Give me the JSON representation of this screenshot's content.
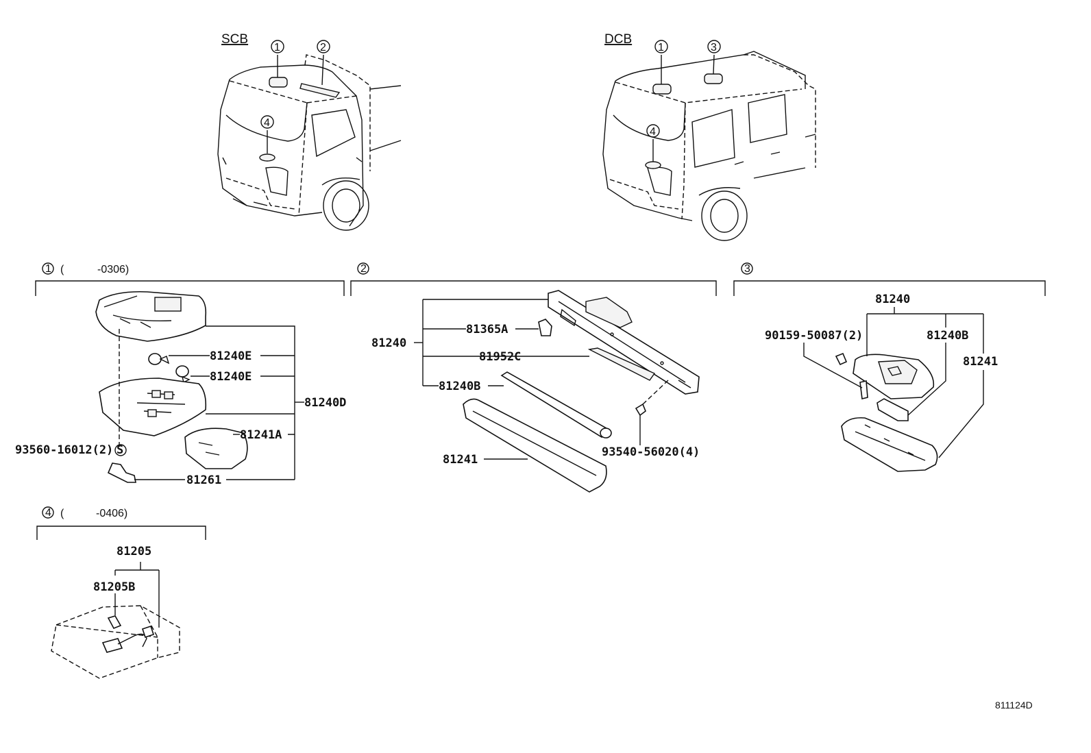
{
  "trucks": {
    "scb": {
      "title": "SCB",
      "callouts": [
        "1",
        "2",
        "4"
      ]
    },
    "dcb": {
      "title": "DCB",
      "callouts": [
        "1",
        "3",
        "4"
      ]
    }
  },
  "groups": {
    "g1": {
      "marker": "1",
      "open": "(",
      "range": "-0306)",
      "labels": {
        "bulb_a": "81240E",
        "bulb_b": "81240E",
        "assy": "81240D",
        "lens": "81241A",
        "screw": "93560-16012(2)",
        "screw_mark": "S",
        "clip": "81261"
      }
    },
    "g2": {
      "marker": "2",
      "labels": {
        "assy": "81240",
        "socket": "81365A",
        "reflector": "81952C",
        "tube": "81240B",
        "cover": "81241",
        "screw": "93540-56020(4)"
      }
    },
    "g3": {
      "marker": "3",
      "labels": {
        "assy": "81240",
        "screw": "90159-50087(2)",
        "bulb": "81240B",
        "lens": "81241"
      }
    },
    "g4": {
      "marker": "4",
      "open": "(",
      "range": "-0406)",
      "labels": {
        "assy": "81205",
        "bulb": "81205B"
      }
    }
  },
  "diagram_id": "811124D"
}
